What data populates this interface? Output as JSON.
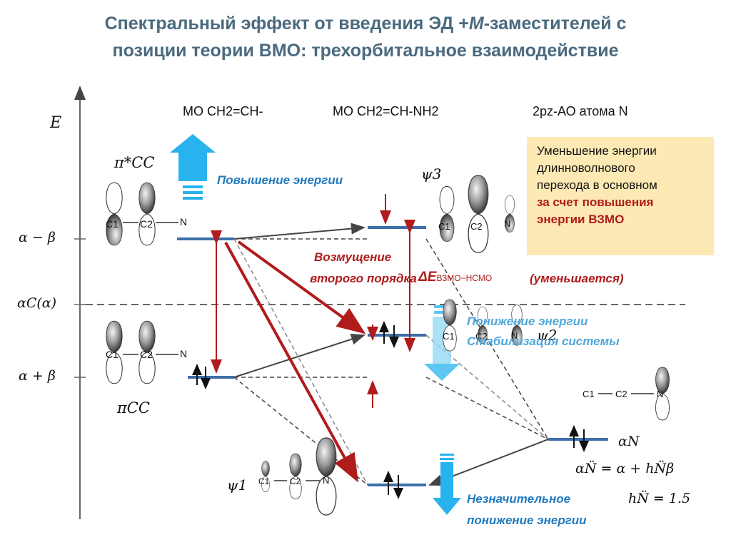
{
  "title": {
    "line1": "Спектральный эффект от введения  ЭД +",
    "line1_m": "M",
    "line1_end": "-заместителей с",
    "line2": "позиции теории ВМО: трехорбитальное взаимодействие"
  },
  "axis": {
    "energy_label": "E",
    "level_top": "α − β",
    "level_mid": "αC(α)",
    "level_bottom": "α + β"
  },
  "headers": {
    "col1": "МО CH2=CH-",
    "col2": "МО CH2=CH-NH2",
    "col3": "2pz-АО атома N"
  },
  "orbital_labels": {
    "pi_star": "π*CC",
    "pi": "πCC",
    "psi1": "ψ1",
    "psi2": "ψ2",
    "psi3": "ψ3",
    "alpha_n": "αN",
    "alpha_n_eq": "αN̈ = α + hN̈β",
    "h_eq": "hN̈ = 1.5"
  },
  "atoms": {
    "c1": "C1",
    "c2": "C2",
    "n": "N"
  },
  "annotations": {
    "energy_up": "Повышение энергии",
    "perturbation1": "Возмущение",
    "perturbation2": "второго порядка",
    "delta_e": "ΔE",
    "delta_sub": "ВЗМО−НСМО",
    "decreases": "(уменьшается)",
    "energy_down": "Понижение энергии",
    "stabilization": "Стабилизация системы",
    "insignificant1": "Незначительное",
    "insignificant2": "понижение энергии"
  },
  "note": {
    "line1": "Уменьшение энергии",
    "line2": "длинноволнового",
    "line3": "перехода в основном",
    "line4": "за счет повышения",
    "line5": "энергии ВЗМО"
  },
  "colors": {
    "title": "#4a6a7f",
    "level": "#3d6ea8",
    "red_arrow": "#b01b1b",
    "blue_text": "#1f7ac0",
    "cyan_arrow": "#29b3ee",
    "note_bg": "#fde9b4"
  }
}
